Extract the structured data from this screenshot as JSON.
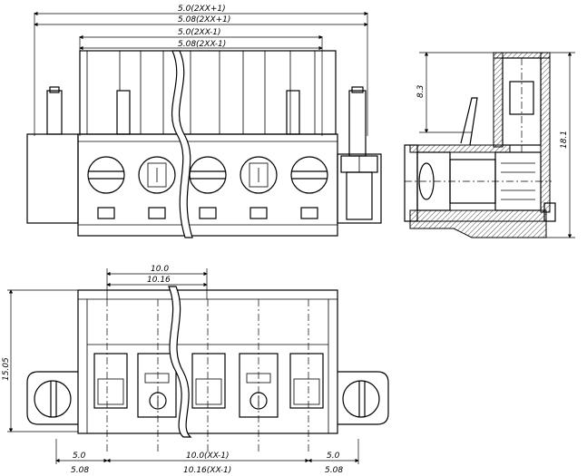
{
  "top_view": {
    "dim_overall_1": "5.0(2XX+1)",
    "dim_overall_2": "5.08(2XX+1)",
    "dim_inner_1": "5.0(2XX-1)",
    "dim_inner_2": "5.08(2XX-1)"
  },
  "side_view": {
    "dim_height_small": "8.3",
    "dim_height_total": "18.1"
  },
  "bottom_view": {
    "pitch_1": "10.0",
    "pitch_2": "10.16",
    "height": "15.05",
    "left_1": "5.0",
    "left_2": "5.08",
    "span_1": "10.0(XX-1)",
    "span_2": "10.16(XX-1)",
    "right_1": "5.0",
    "right_2": "5.08"
  }
}
